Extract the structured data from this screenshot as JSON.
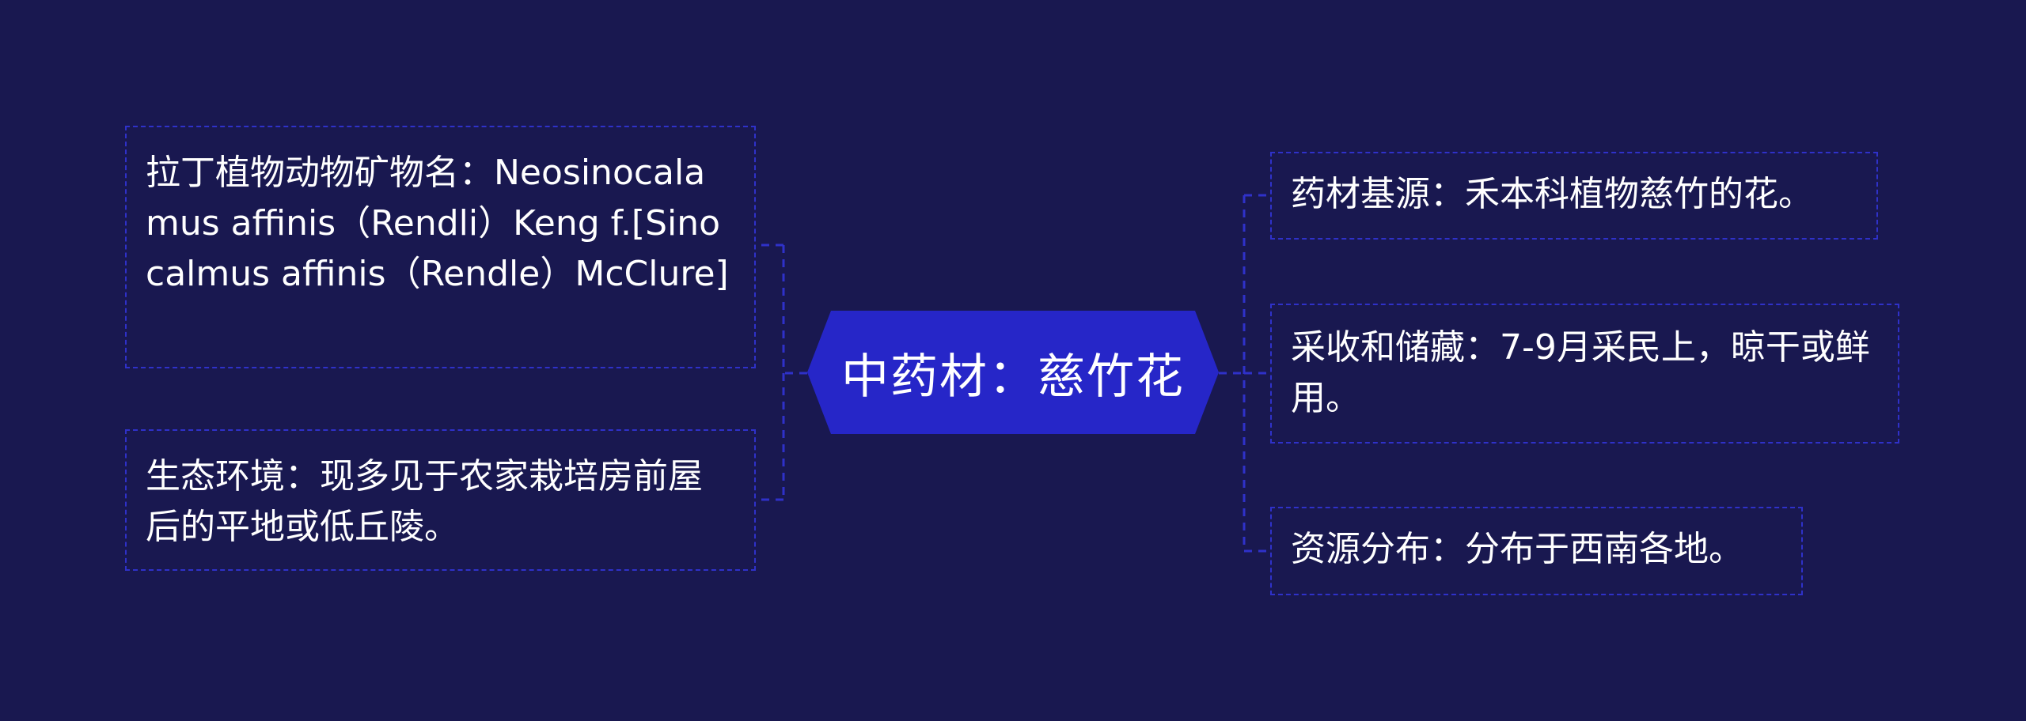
{
  "center": {
    "label": "中药材：慈竹花",
    "color": "#2626c8"
  },
  "left_nodes": [
    {
      "text": "拉丁植物动物矿物名：Neosinocalamus affinis（Rendli）Keng f.[Sinocalmus affinis（Rendle）McClure]"
    },
    {
      "text": "生态环境：现多见于农家栽培房前屋后的平地或低丘陵。"
    }
  ],
  "right_nodes": [
    {
      "text": "药材基源：禾本科植物慈竹的花。"
    },
    {
      "text": "采收和储藏：7-9月采民上，晾干或鲜用。"
    },
    {
      "text": "资源分布：分布于西南各地。"
    }
  ],
  "colors": {
    "background": "#191850",
    "connector": "#2f31c9",
    "text": "#ffffff"
  }
}
